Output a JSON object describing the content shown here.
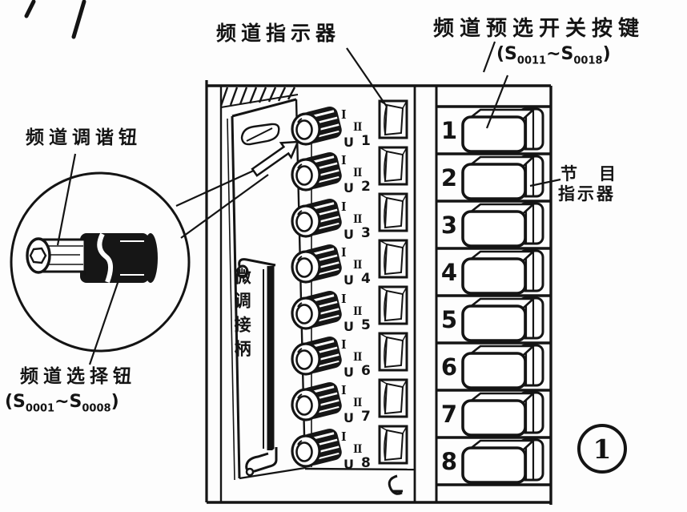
{
  "figure": {
    "number": "1"
  },
  "annotations": {
    "channel_indicator": "频道指示器",
    "preset_switch_label": "频道预选开关按键",
    "preset_range": {
      "prefix": "(S",
      "sub1": "0011",
      "mid": "~S",
      "sub2": "0018",
      "suffix": ")"
    },
    "tuning_knob_label": "频道调谐钮",
    "select_knob_label": "频道选择钮",
    "select_range": {
      "prefix": "(S",
      "sub1": "0001",
      "mid": "~S",
      "sub2": "0008",
      "suffix": ")"
    },
    "fine_tune_handle": "微调接柄",
    "program_indicator_line1": "节　目",
    "program_indicator_line2": "指示器"
  },
  "tuner": {
    "knobs": [
      {
        "band_top": "I",
        "band_mid": "II",
        "band_bottom": "U",
        "channel": "1"
      },
      {
        "band_top": "I",
        "band_mid": "II",
        "band_bottom": "U",
        "channel": "2"
      },
      {
        "band_top": "I",
        "band_mid": "II",
        "band_bottom": "U",
        "channel": "3"
      },
      {
        "band_top": "I",
        "band_mid": "II",
        "band_bottom": "U",
        "channel": "4"
      },
      {
        "band_top": "I",
        "band_mid": "II",
        "band_bottom": "U",
        "channel": "5"
      },
      {
        "band_top": "I",
        "band_mid": "II",
        "band_bottom": "U",
        "channel": "6"
      },
      {
        "band_top": "I",
        "band_mid": "II",
        "band_bottom": "U",
        "channel": "7"
      },
      {
        "band_top": "I",
        "band_mid": "II",
        "band_bottom": "U",
        "channel": "8"
      }
    ]
  },
  "preset_panel": {
    "buttons": [
      {
        "number": "1"
      },
      {
        "number": "2"
      },
      {
        "number": "3"
      },
      {
        "number": "4"
      },
      {
        "number": "5"
      },
      {
        "number": "6"
      },
      {
        "number": "7"
      },
      {
        "number": "8"
      }
    ]
  },
  "colors": {
    "ink": "#141414",
    "paper": "#fdfdfd"
  }
}
